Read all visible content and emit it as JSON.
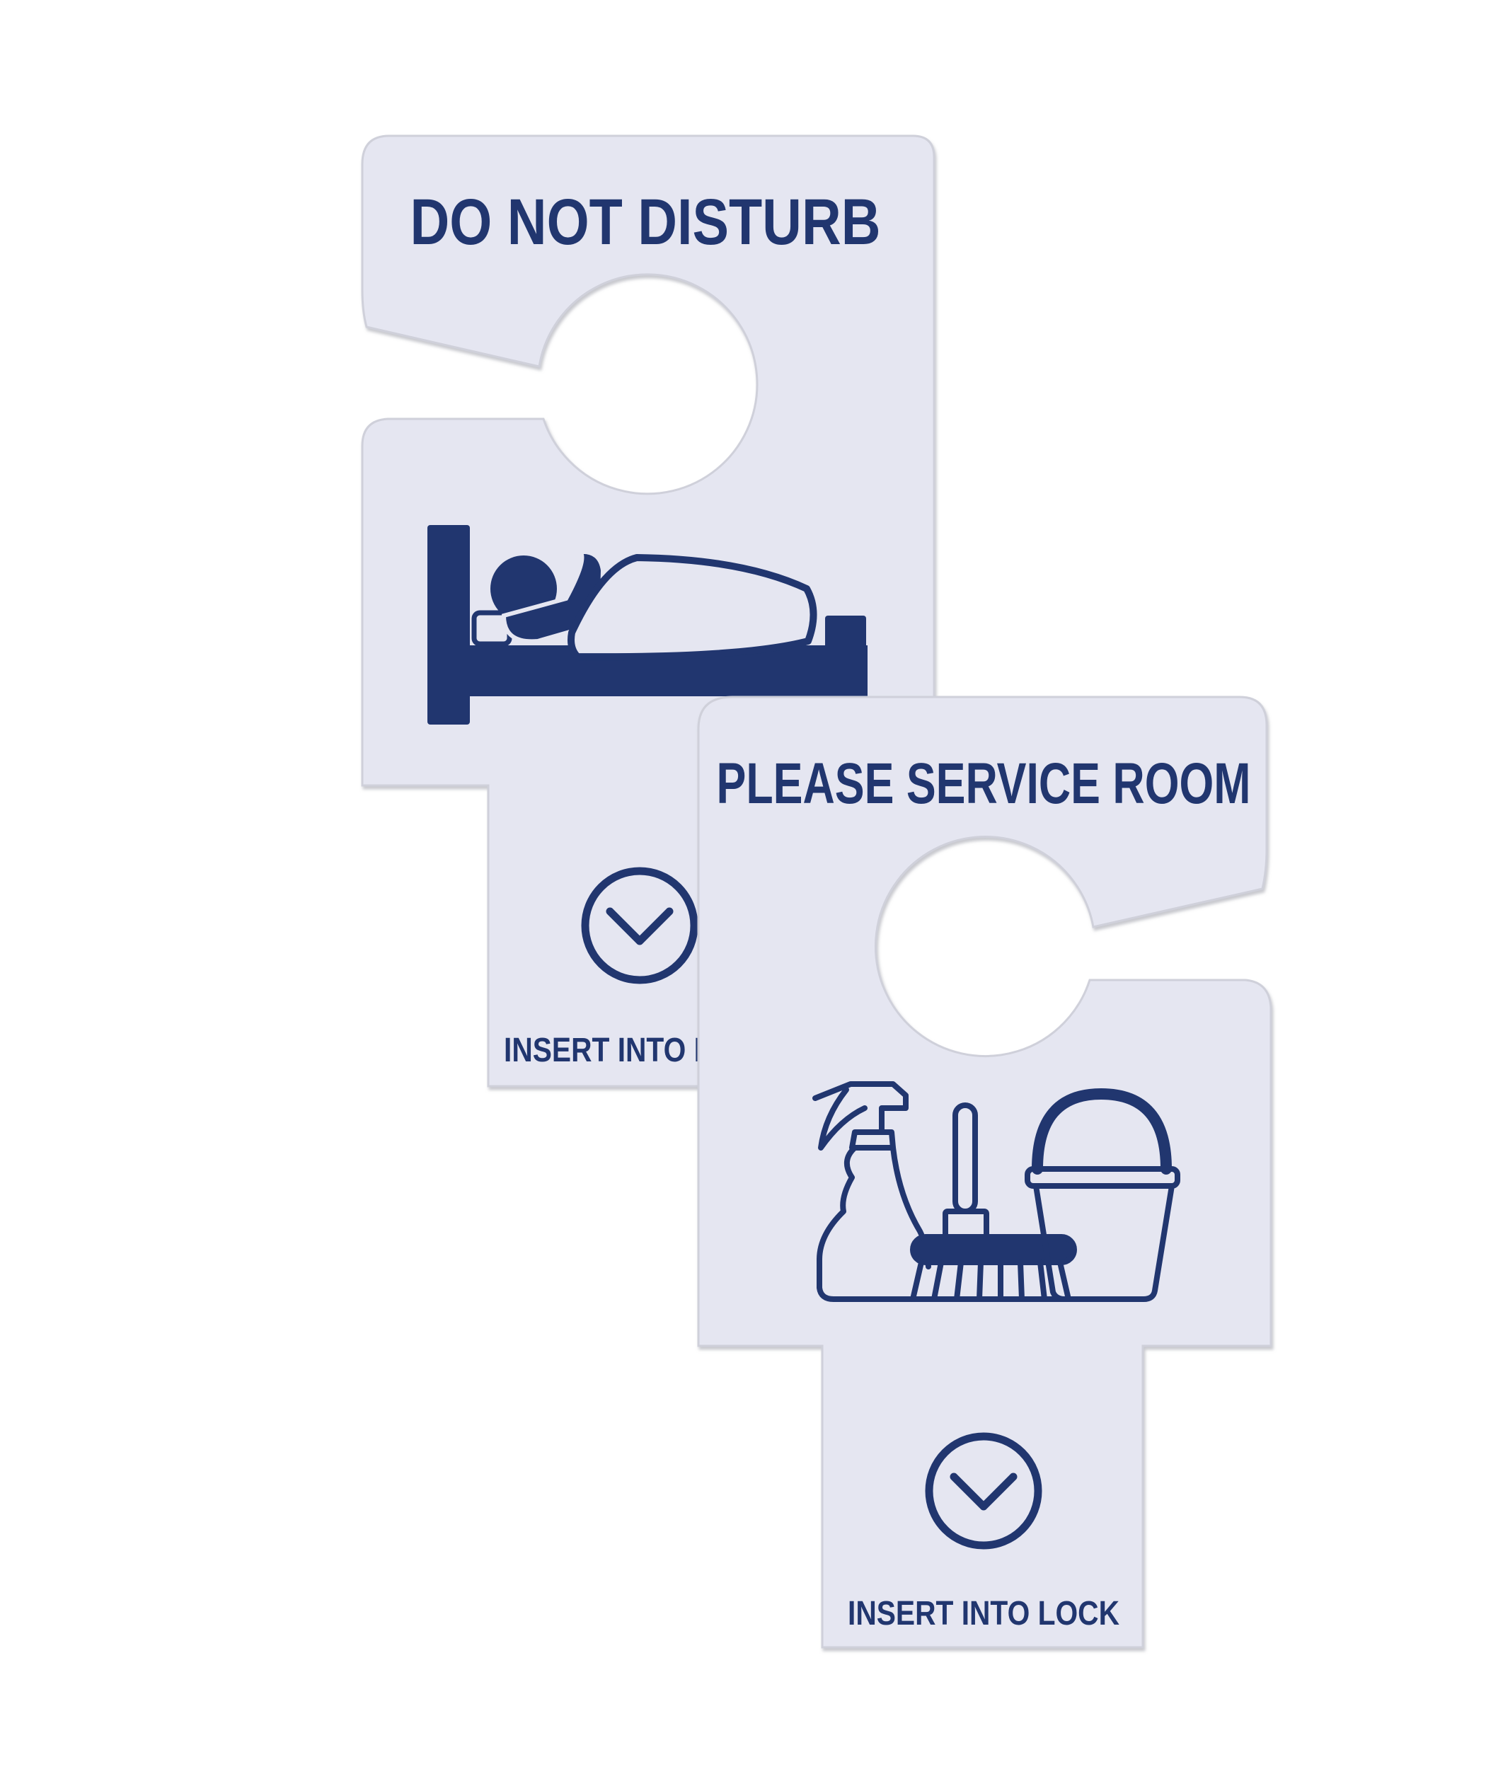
{
  "colors": {
    "ink": "#21366f",
    "card": "#e5e6f1",
    "card_edge": "#c9cad3",
    "background": "#ffffff"
  },
  "hangers": [
    {
      "title": "DO NOT DISTURB",
      "pictogram": "sleeping-in-bed-icon",
      "action_icon": "chevron-down-circle-icon",
      "footer": "INSERT INTO LOCK"
    },
    {
      "title": "PLEASE SERVICE ROOM",
      "pictogram": "cleaning-supplies-icon",
      "action_icon": "chevron-down-circle-icon",
      "footer": "INSERT INTO LOCK"
    }
  ]
}
